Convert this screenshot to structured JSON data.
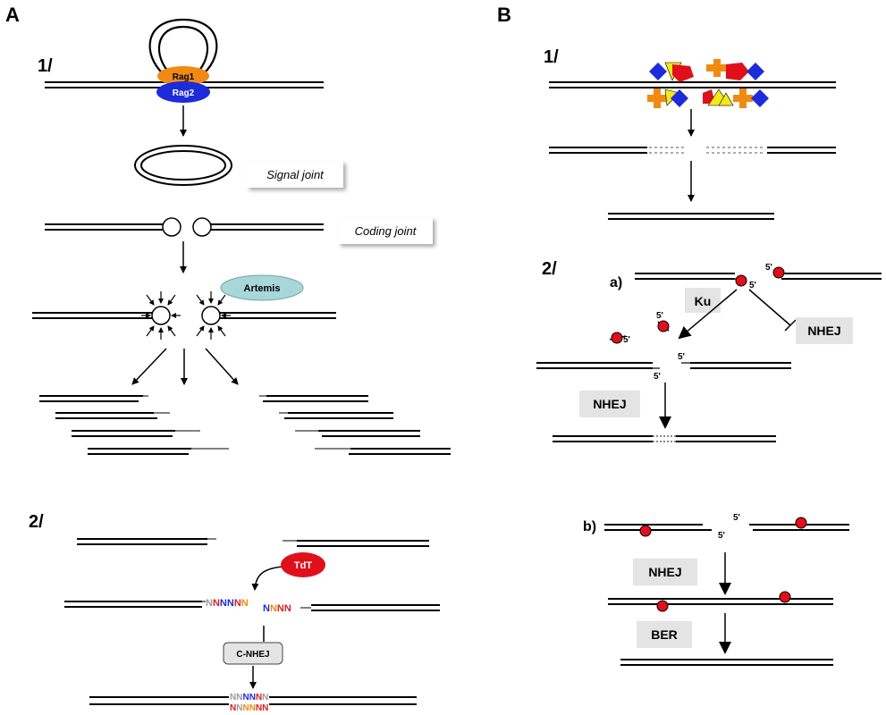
{
  "panels": {
    "a": {
      "letter": "A",
      "step1": "1/",
      "step2": "2/",
      "rag1": "Rag1",
      "rag2": "Rag2",
      "signal_joint": "Signal joint",
      "coding_joint": "Coding joint",
      "artemis": "Artemis",
      "tdt": "TdT",
      "c_nhej": "C-NHEJ",
      "left_insert": [
        {
          "t": "N",
          "c": "#9a9a9a"
        },
        {
          "t": "N",
          "c": "#d62020"
        },
        {
          "t": "N",
          "c": "#1d2bd9"
        },
        {
          "t": "N",
          "c": "#1d2bd9"
        },
        {
          "t": "N",
          "c": "#d62020"
        },
        {
          "t": "N",
          "c": "#f08a13"
        }
      ],
      "right_insert": [
        {
          "t": "N",
          "c": "#1d2bd9"
        },
        {
          "t": "N",
          "c": "#f08a13"
        },
        {
          "t": "N",
          "c": "#d62020"
        },
        {
          "t": "N",
          "c": "#d62020"
        }
      ],
      "joined_top": [
        {
          "t": "N",
          "c": "#9a9a9a"
        },
        {
          "t": "N",
          "c": "#9a9a9a"
        },
        {
          "t": "N",
          "c": "#1d2bd9"
        },
        {
          "t": "N",
          "c": "#1d2bd9"
        },
        {
          "t": "N",
          "c": "#d62020"
        },
        {
          "t": "N",
          "c": "#9a9a9a"
        }
      ],
      "joined_bottom": [
        {
          "t": "N",
          "c": "#d62020"
        },
        {
          "t": "N",
          "c": "#9a9a9a"
        },
        {
          "t": "N",
          "c": "#f08a13"
        },
        {
          "t": "N",
          "c": "#f08a13"
        },
        {
          "t": "N",
          "c": "#d62020"
        },
        {
          "t": "N",
          "c": "#d62020"
        }
      ]
    },
    "b": {
      "letter": "B",
      "step1": "1/",
      "step2": "2/",
      "sub_a": "a)",
      "sub_b": "b)",
      "ku": "Ku",
      "nhej": "NHEJ",
      "ber": "BER",
      "five_prime": "5'"
    }
  },
  "colors": {
    "rag1": "#f08a13",
    "rag2": "#1d2bd9",
    "artemis": "#a9d6d8",
    "tdt": "#e0101a",
    "lesion": "#e0101a",
    "grey_box": "#e4e4e4",
    "yellow": "#f4e81a",
    "blue": "#1d2bd9",
    "orange": "#f08a13",
    "red": "#e0101a"
  }
}
